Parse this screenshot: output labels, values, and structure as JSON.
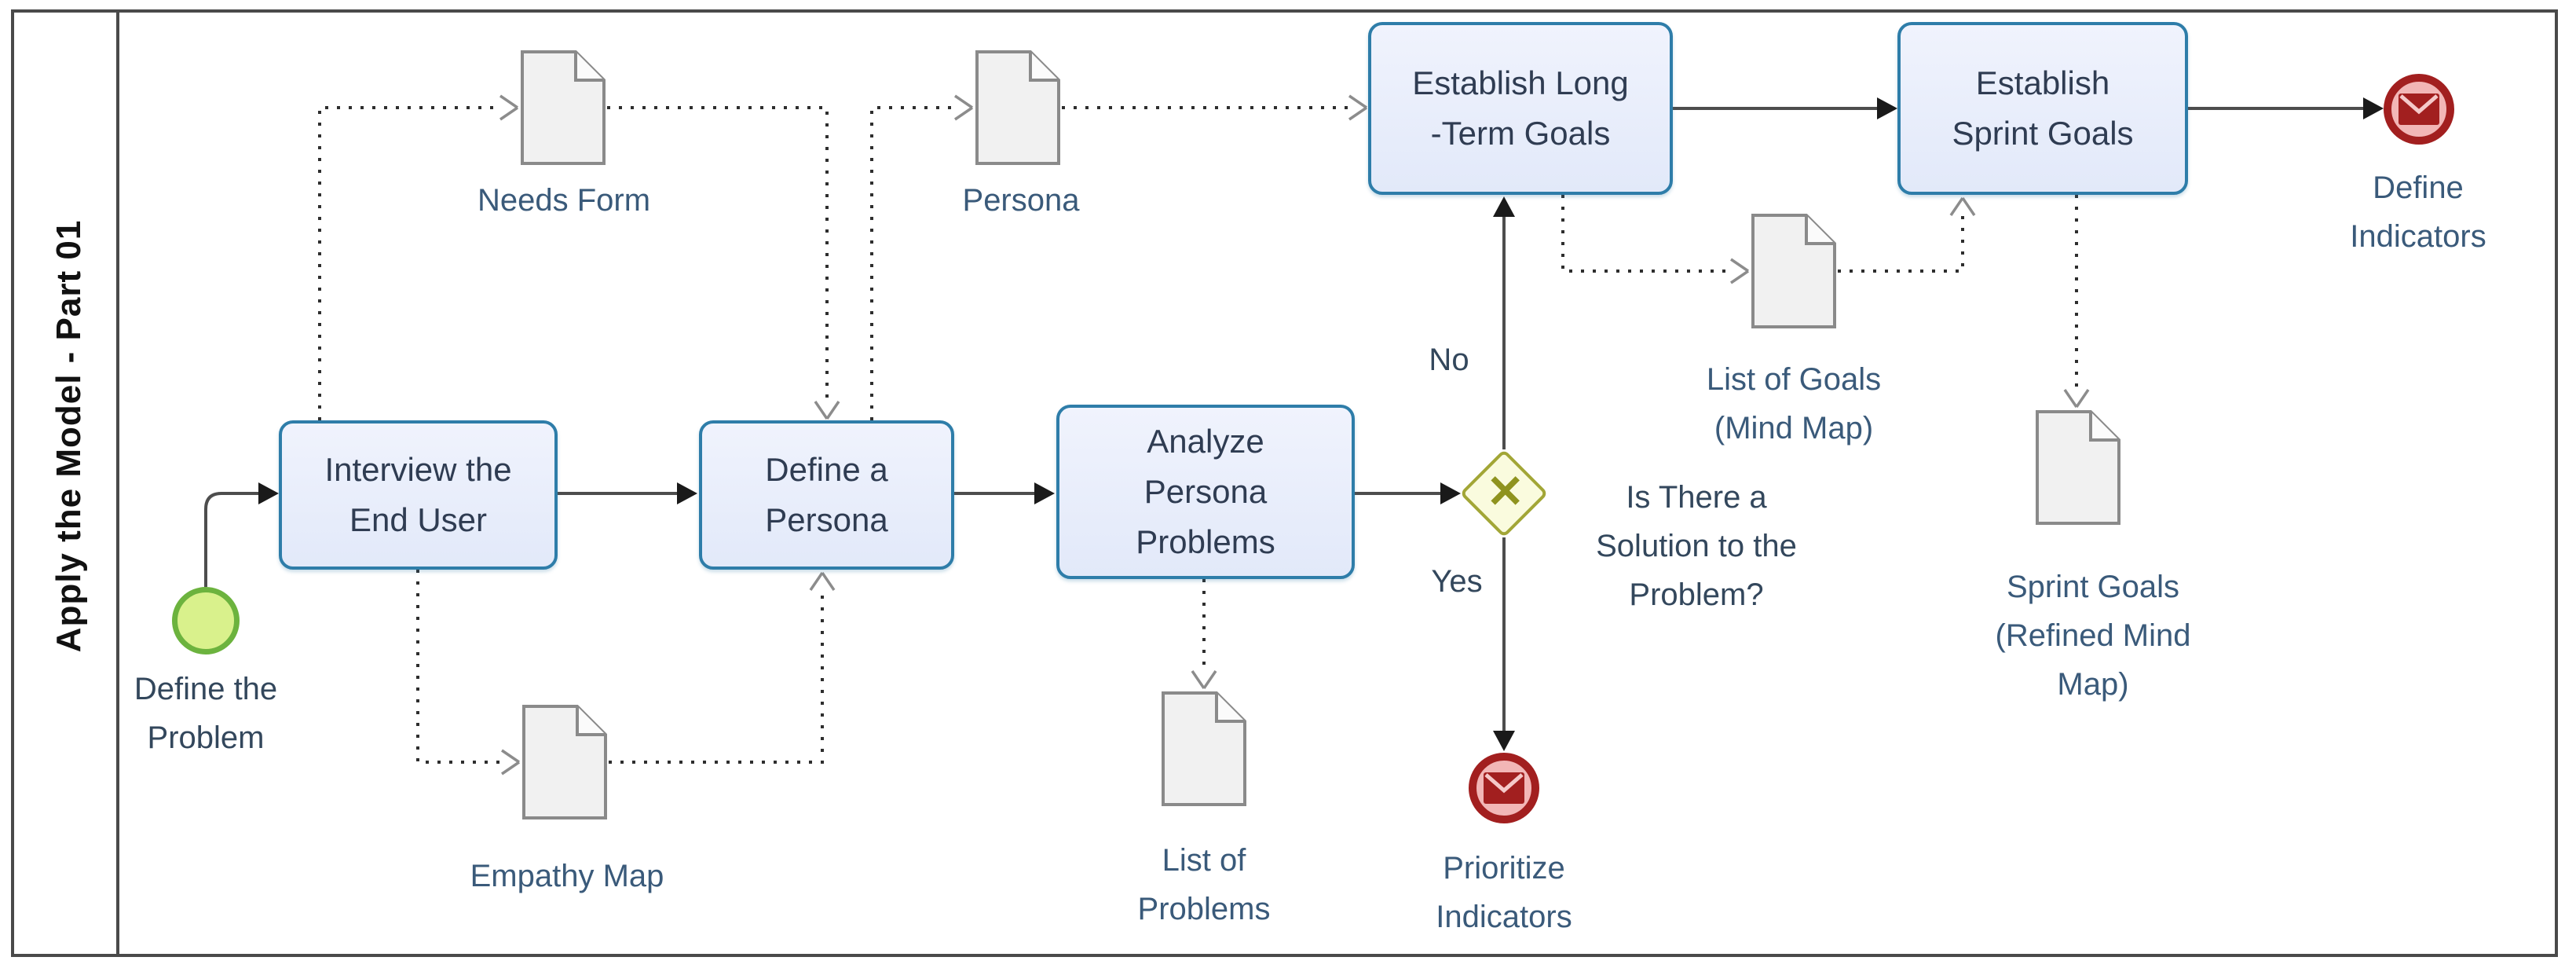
{
  "lane": {
    "title": "Apply the Model - Part 01"
  },
  "events": {
    "start": {
      "line1": "Define the",
      "line2": "Problem"
    },
    "end_prioritize": {
      "line1": "Prioritize",
      "line2": "Indicators"
    },
    "end_define": {
      "line1": "Define",
      "line2": "Indicators"
    }
  },
  "tasks": {
    "interview": {
      "line1": "Interview the",
      "line2": "End User"
    },
    "define_persona": {
      "line1": "Define a",
      "line2": "Persona"
    },
    "analyze": {
      "line1": "Analyze",
      "line2": "Persona",
      "line3": "Problems"
    },
    "long_term": {
      "line1": "Establish Long",
      "line2": "-Term Goals"
    },
    "sprint": {
      "line1": "Establish",
      "line2": "Sprint Goals"
    }
  },
  "documents": {
    "needs_form": {
      "label": "Needs Form"
    },
    "persona": {
      "label": "Persona"
    },
    "empathy_map": {
      "label": "Empathy Map"
    },
    "list_of_problems": {
      "line1": "List of",
      "line2": "Problems"
    },
    "list_of_goals": {
      "line1": "List of Goals",
      "line2": "(Mind Map)"
    },
    "sprint_goals": {
      "line1": "Sprint Goals",
      "line2": "(Refined Mind",
      "line3": "Map)"
    }
  },
  "gateway": {
    "no_label": "No",
    "yes_label": "Yes",
    "question_line1": "Is There a",
    "question_line2": "Solution to the",
    "question_line3": "Problem?",
    "cross_glyph": "✕"
  },
  "colors": {
    "task_fill": "#e8edfa",
    "task_border": "#2e7da9",
    "task_text": "#2f3c52",
    "gateway_fill": "#fafbde",
    "gateway_border": "#a2a636",
    "gateway_cross": "#8f931f",
    "start_fill": "#d9f18c",
    "start_border": "#6cb33e",
    "end_fill": "#f2b6b6",
    "end_border": "#a21f1f",
    "document_fill": "#f1f1f1",
    "document_border": "#8a8a8a",
    "label_text": "#3a5a7a",
    "pool_border": "#4a4a4a",
    "flow_line": "#4d4d4d"
  }
}
